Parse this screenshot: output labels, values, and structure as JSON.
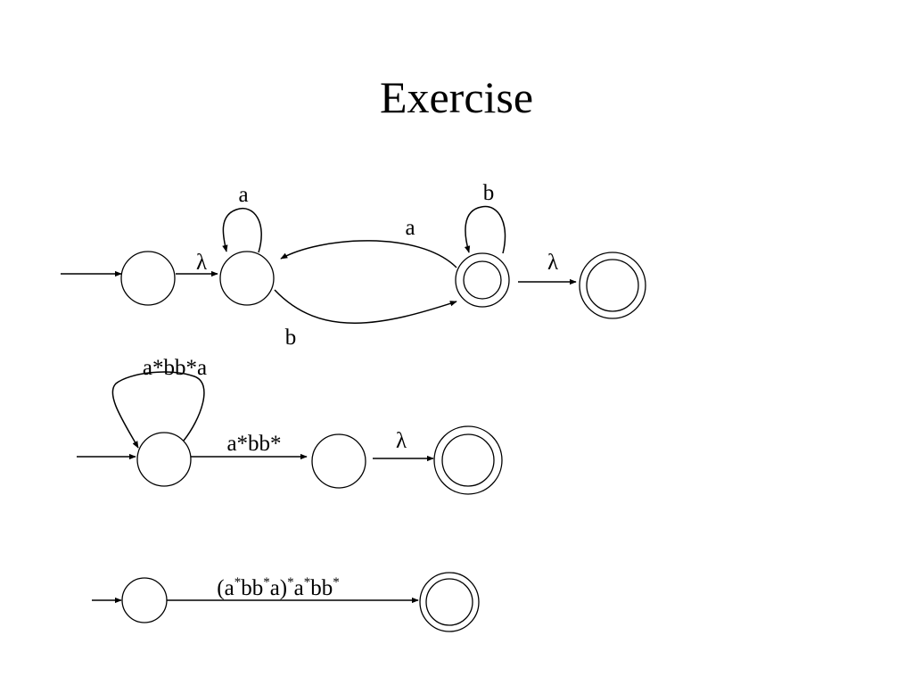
{
  "title": "Exercise",
  "diagram1": {
    "labels": {
      "lambda_start": "λ",
      "loop_q1": "a",
      "loop_q2": "b",
      "q2_to_q1": "a",
      "q1_to_q2": "b",
      "lambda_final": "λ"
    }
  },
  "diagram2": {
    "labels": {
      "loop": "a*bb*a",
      "q0_to_q1": "a*bb*",
      "lambda_final": "λ"
    }
  },
  "diagram3": {
    "label_parts": [
      "(a",
      "*",
      "bb",
      "*",
      "a)",
      "*",
      "a",
      "*",
      "bb",
      "*"
    ]
  }
}
